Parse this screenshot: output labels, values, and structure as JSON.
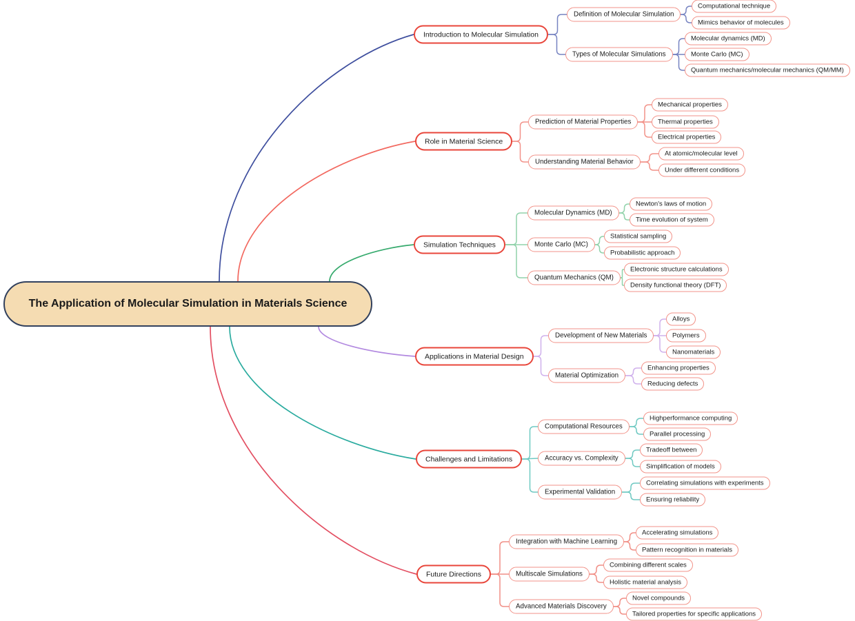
{
  "type": "mindmap",
  "root": {
    "label": "The Application of Molecular Simulation in Materials Science"
  },
  "colors": {
    "background": "#ffffff",
    "text": "#1a1a1a",
    "root_fill": "#f5dcb2",
    "root_border": "#31405d",
    "branch_border": "#e8453a",
    "node_border": "#f29288"
  },
  "branches": [
    {
      "label": "Introduction to Molecular Simulation",
      "curve_color": "#3e4e9e",
      "line_color": "#7683c1",
      "children": [
        {
          "label": "Definition of Molecular Simulation",
          "children": [
            {
              "label": "Computational technique"
            },
            {
              "label": "Mimics behavior of molecules"
            }
          ]
        },
        {
          "label": "Types of Molecular Simulations",
          "children": [
            {
              "label": "Molecular dynamics (MD)"
            },
            {
              "label": "Monte Carlo (MC)"
            },
            {
              "label": "Quantum mechanics/molecular mechanics (QM/MM)"
            }
          ]
        }
      ]
    },
    {
      "label": "Role in Material Science",
      "curve_color": "#f2685f",
      "line_color": "#f29289",
      "children": [
        {
          "label": "Prediction of Material Properties",
          "children": [
            {
              "label": "Mechanical properties"
            },
            {
              "label": "Thermal properties"
            },
            {
              "label": "Electrical properties"
            }
          ]
        },
        {
          "label": "Understanding Material Behavior",
          "children": [
            {
              "label": "At atomic/molecular level"
            },
            {
              "label": "Under different conditions"
            }
          ]
        }
      ]
    },
    {
      "label": "Simulation Techniques",
      "curve_color": "#36aa6d",
      "line_color": "#90d2aa",
      "children": [
        {
          "label": "Molecular Dynamics (MD)",
          "children": [
            {
              "label": "Newton's laws of motion"
            },
            {
              "label": "Time evolution of system"
            }
          ]
        },
        {
          "label": "Monte Carlo (MC)",
          "children": [
            {
              "label": "Statistical sampling"
            },
            {
              "label": "Probabilistic approach"
            }
          ]
        },
        {
          "label": "Quantum Mechanics (QM)",
          "children": [
            {
              "label": "Electronic structure calculations"
            },
            {
              "label": "Density functional theory (DFT)"
            }
          ]
        }
      ]
    },
    {
      "label": "Applications in Material Design",
      "curve_color": "#b289e0",
      "line_color": "#cfb0ec",
      "children": [
        {
          "label": "Development of New Materials",
          "children": [
            {
              "label": "Alloys"
            },
            {
              "label": "Polymers"
            },
            {
              "label": "Nanomaterials"
            }
          ]
        },
        {
          "label": "Material Optimization",
          "children": [
            {
              "label": "Enhancing properties"
            },
            {
              "label": "Reducing defects"
            }
          ]
        }
      ]
    },
    {
      "label": "Challenges and Limitations",
      "curve_color": "#2aab9f",
      "line_color": "#6fc9c2",
      "children": [
        {
          "label": "Computational Resources",
          "children": [
            {
              "label": "Highperformance computing"
            },
            {
              "label": "Parallel processing"
            }
          ]
        },
        {
          "label": "Accuracy vs. Complexity",
          "children": [
            {
              "label": "Tradeoff between"
            },
            {
              "label": "Simplification of models"
            }
          ]
        },
        {
          "label": "Experimental Validation",
          "children": [
            {
              "label": "Correlating simulations with experiments"
            },
            {
              "label": "Ensuring reliability"
            }
          ]
        }
      ]
    },
    {
      "label": "Future Directions",
      "curve_color": "#e34f62",
      "line_color": "#f18e85",
      "children": [
        {
          "label": "Integration with Machine Learning",
          "children": [
            {
              "label": "Accelerating simulations"
            },
            {
              "label": "Pattern recognition in materials"
            }
          ]
        },
        {
          "label": "Multiscale Simulations",
          "children": [
            {
              "label": "Combining different scales"
            },
            {
              "label": "Holistic material analysis"
            }
          ]
        },
        {
          "label": "Advanced Materials Discovery",
          "children": [
            {
              "label": "Novel compounds"
            },
            {
              "label": "Tailored properties for specific applications"
            }
          ]
        }
      ]
    }
  ]
}
